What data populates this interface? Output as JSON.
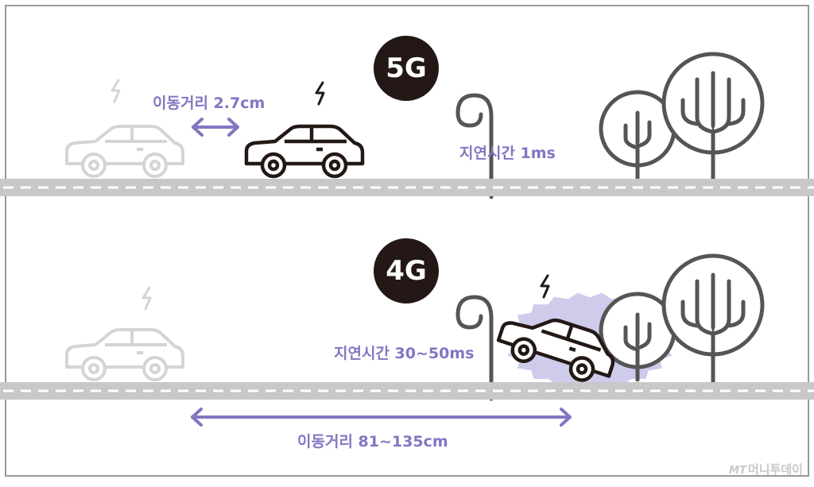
{
  "panels": {
    "top": {
      "badge": "5G",
      "distance_label": "이동거리 2.7cm",
      "latency_label": "지연시간 1ms"
    },
    "bottom": {
      "badge": "4G",
      "distance_label": "이동거리 81~135cm",
      "latency_label": "지연시간 30~50ms"
    }
  },
  "watermark": {
    "brand": "MT",
    "name": "머니투데이"
  },
  "colors": {
    "accent": "#7f77c2",
    "crash_burst": "#cfcbeb",
    "road": "#c8c8c8",
    "ghost_line": "#d4d4d4",
    "line": "#555555",
    "badge_bg": "#231815",
    "car_stroke": "#231815"
  },
  "icons": [
    "lightning-icon",
    "car-icon",
    "tree-icon",
    "street-lamp-icon",
    "double-arrow-icon"
  ]
}
